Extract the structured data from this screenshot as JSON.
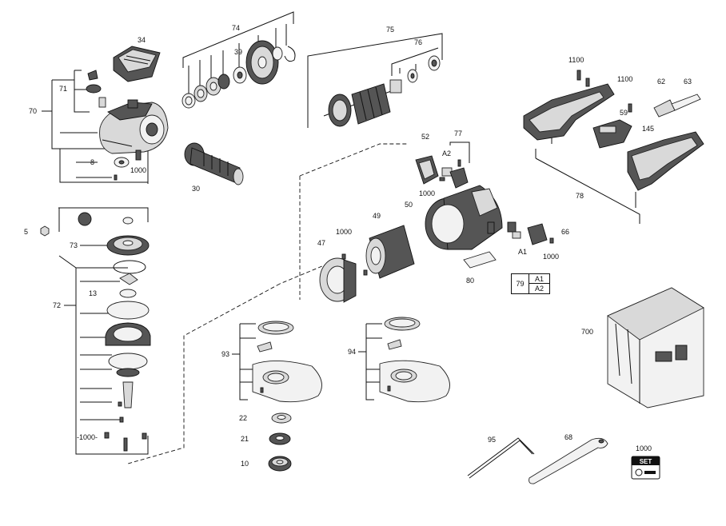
{
  "labels": {
    "n34": "34",
    "n74": "74",
    "n39": "39",
    "n75": "75",
    "n76": "76",
    "n1100a": "1100",
    "n1100b": "1100",
    "n62": "62",
    "n63": "63",
    "n70": "70",
    "n71": "71",
    "n59": "59",
    "n145": "145",
    "n8": "8",
    "n1000a": "1000",
    "n30": "30",
    "n52": "52",
    "n77": "77",
    "nA2a": "A2",
    "n1000b": "1000",
    "n78": "78",
    "n49": "49",
    "n50": "50",
    "n5": "5",
    "n73": "73",
    "n1000c": "1000",
    "n47": "47",
    "n66": "66",
    "nA1a": "A1",
    "n1000d": "1000",
    "n80": "80",
    "n72": "72",
    "n13": "13",
    "n93": "93",
    "n94": "94",
    "n700": "700",
    "n22": "22",
    "n21": "21",
    "n10": "10",
    "n1000e": "-1000-",
    "n95": "95",
    "n68": "68",
    "n1000f": "1000"
  },
  "table79": {
    "part": "79",
    "row1": "A1",
    "row2": "A2"
  },
  "set_badge": "SET",
  "colors": {
    "line": "#111111",
    "part_fill": "#d9d9d9",
    "dark_fill": "#555555"
  }
}
